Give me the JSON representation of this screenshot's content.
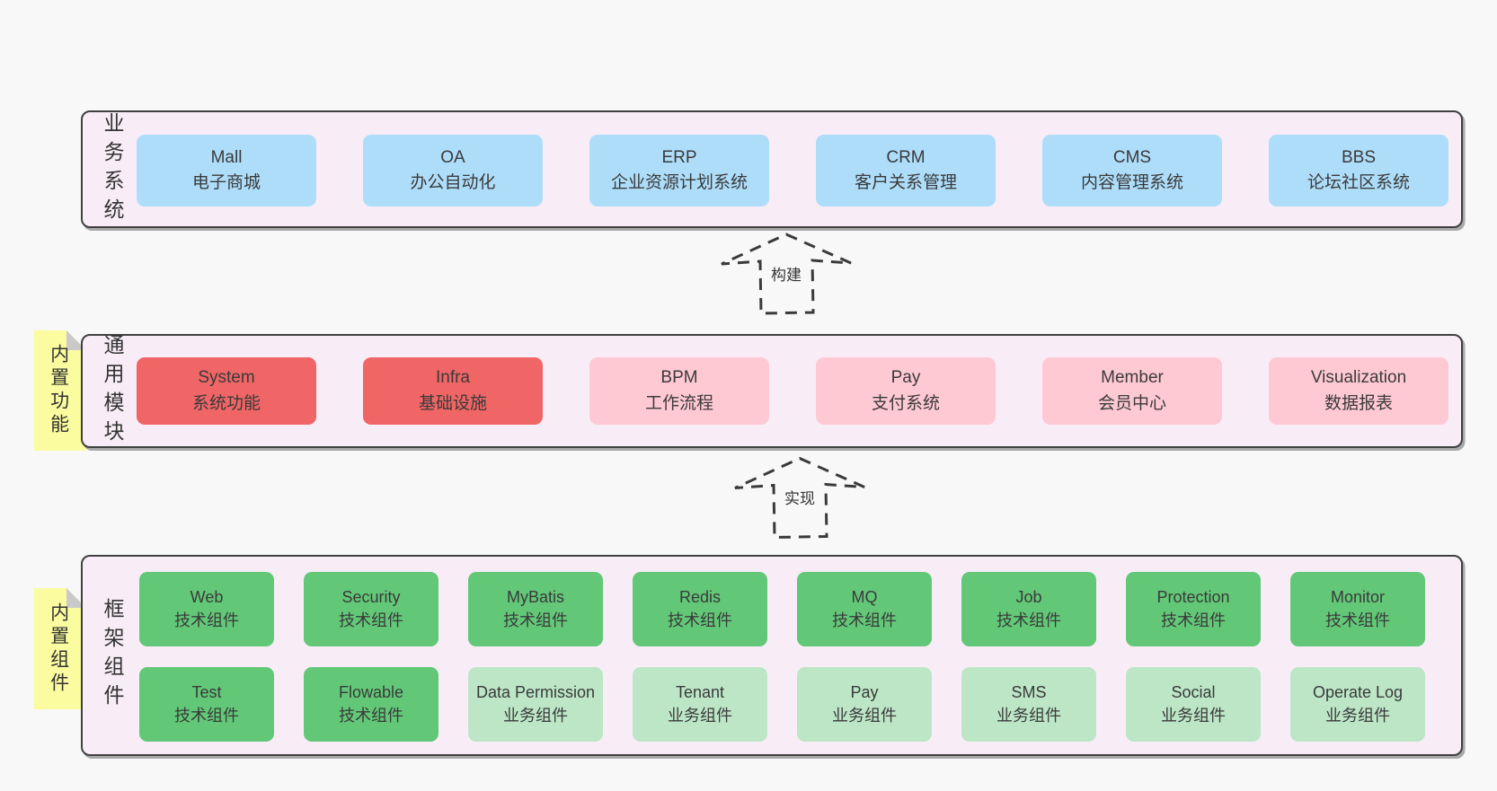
{
  "colors": {
    "page_bg": "#f8f8f8",
    "band_bg": "#f8edf6",
    "band_border": "#404040",
    "blue": "#aeddfa",
    "red": "#f06565",
    "pink": "#ffc9d4",
    "green": "#62c878",
    "green_light": "#bce6c6",
    "note_yellow": "#fbfb9f",
    "note_fold": "#c9c9c9",
    "text": "#3a3a3a"
  },
  "arrows": [
    {
      "label": "构建"
    },
    {
      "label": "实现"
    }
  ],
  "bands": [
    {
      "label": "业务系统",
      "note": null,
      "rows": [
        [
          {
            "name": "Mall",
            "desc": "电子商城",
            "variant": "blue"
          },
          {
            "name": "OA",
            "desc": "办公自动化",
            "variant": "blue"
          },
          {
            "name": "ERP",
            "desc": "企业资源计划系统",
            "variant": "blue"
          },
          {
            "name": "CRM",
            "desc": "客户关系管理",
            "variant": "blue"
          },
          {
            "name": "CMS",
            "desc": "内容管理系统",
            "variant": "blue"
          },
          {
            "name": "BBS",
            "desc": "论坛社区系统",
            "variant": "blue"
          }
        ]
      ]
    },
    {
      "label": "通用模块",
      "note": "内置功能",
      "rows": [
        [
          {
            "name": "System",
            "desc": "系统功能",
            "variant": "red"
          },
          {
            "name": "Infra",
            "desc": "基础设施",
            "variant": "red"
          },
          {
            "name": "BPM",
            "desc": "工作流程",
            "variant": "pink"
          },
          {
            "name": "Pay",
            "desc": "支付系统",
            "variant": "pink"
          },
          {
            "name": "Member",
            "desc": "会员中心",
            "variant": "pink"
          },
          {
            "name": "Visualization",
            "desc": "数据报表",
            "variant": "pink"
          }
        ]
      ]
    },
    {
      "label": "框架组件",
      "note": "内置组件",
      "rows": [
        [
          {
            "name": "Web",
            "desc": "技术组件",
            "variant": "green"
          },
          {
            "name": "Security",
            "desc": "技术组件",
            "variant": "green"
          },
          {
            "name": "MyBatis",
            "desc": "技术组件",
            "variant": "green"
          },
          {
            "name": "Redis",
            "desc": "技术组件",
            "variant": "green"
          },
          {
            "name": "MQ",
            "desc": "技术组件",
            "variant": "green"
          },
          {
            "name": "Job",
            "desc": "技术组件",
            "variant": "green"
          },
          {
            "name": "Protection",
            "desc": "技术组件",
            "variant": "green"
          },
          {
            "name": "Monitor",
            "desc": "技术组件",
            "variant": "green"
          }
        ],
        [
          {
            "name": "Test",
            "desc": "技术组件",
            "variant": "green"
          },
          {
            "name": "Flowable",
            "desc": "技术组件",
            "variant": "green"
          },
          {
            "name": "Data Permission",
            "desc": "业务组件",
            "variant": "green_light"
          },
          {
            "name": "Tenant",
            "desc": "业务组件",
            "variant": "green_light"
          },
          {
            "name": "Pay",
            "desc": "业务组件",
            "variant": "green_light"
          },
          {
            "name": "SMS",
            "desc": "业务组件",
            "variant": "green_light"
          },
          {
            "name": "Social",
            "desc": "业务组件",
            "variant": "green_light"
          },
          {
            "name": "Operate Log",
            "desc": "业务组件",
            "variant": "green_light"
          }
        ]
      ]
    }
  ]
}
